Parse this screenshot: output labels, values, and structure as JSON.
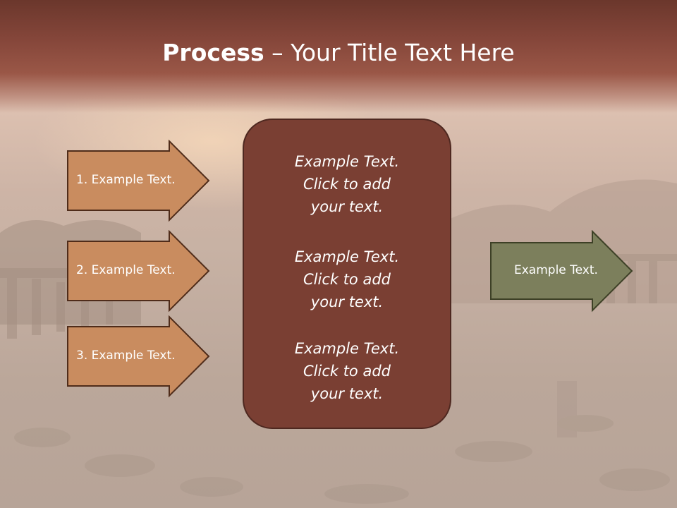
{
  "slide": {
    "title_bold": "Process",
    "title_rest": " – Your Title Text Here"
  },
  "left_steps": [
    {
      "label": "1. Example Text."
    },
    {
      "label": "2. Example Text."
    },
    {
      "label": "3. Example Text."
    }
  ],
  "center_blocks": [
    {
      "line1": "Example Text.",
      "line2": "Click  to add",
      "line3": "your text."
    },
    {
      "line1": "Example Text.",
      "line2": "Click  to add",
      "line3": "your text."
    },
    {
      "line1": "Example Text.",
      "line2": "Click  to add",
      "line3": "your text."
    }
  ],
  "right_output": {
    "label": "Example Text."
  },
  "colors": {
    "header": "#85463a",
    "left_arrow_fill": "#c98c5f",
    "left_arrow_stroke": "#4f2c1a",
    "center_fill": "#7a3f33",
    "right_arrow_fill": "#7c7f5c",
    "right_arrow_stroke": "#3d4026",
    "text": "#ffffff"
  }
}
